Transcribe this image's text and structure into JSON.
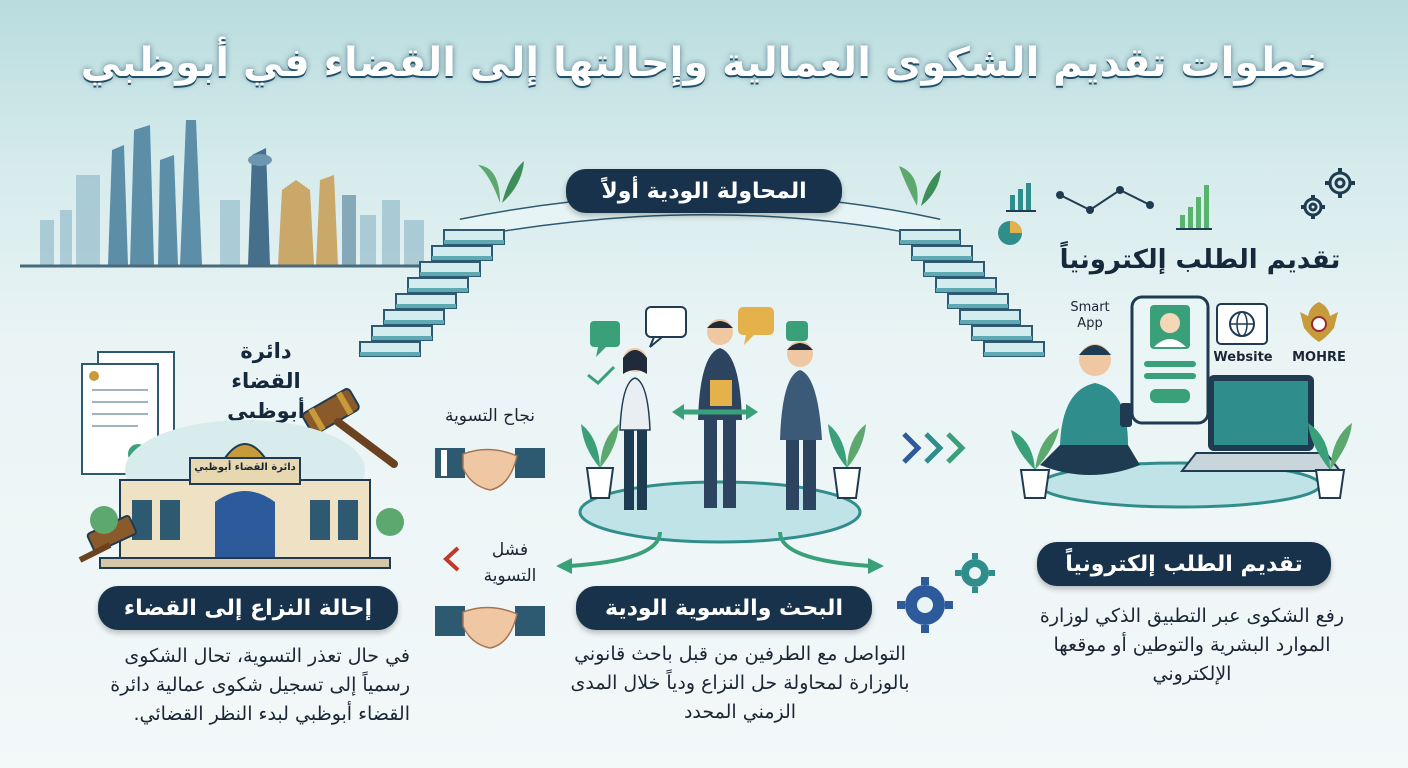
{
  "title": "خطوات تقديم الشكوى العمالية وإحالتها إلى القضاء في أبوظبي",
  "bridge_label": "المحاولة الودية أولاً",
  "top_right_heading": "تقديم الطلب إلكترونياً",
  "channels": {
    "smart_app": "Smart App",
    "website": "Website",
    "mohre": "MOHRE"
  },
  "court_label": "دائرة القضاء أبوظبي",
  "building_sign": "دائرة القضاء أبوظبي",
  "settlement_success": "نجاح التسوية",
  "settlement_failure": "فشل التسوية",
  "steps": [
    {
      "pill": "تقديم الطلب إلكترونياً",
      "text": "رفع الشكوى عبر التطبيق الذكي لوزارة الموارد البشرية والتوطين أو موقعها الإلكتروني"
    },
    {
      "pill": "البحث والتسوية الودية",
      "text": "التواصل مع الطرفين من قبل باحث قانوني بالوزارة لمحاولة حل النزاع ودياً خلال المدى الزمني المحدد"
    },
    {
      "pill": "إحالة النزاع إلى القضاء",
      "text": "في حال تعذر التسوية، تحال الشكوى رسمياً إلى تسجيل شكوى عمالية دائرة القضاء أبوظبي لبدء النظر القضائي."
    }
  ],
  "icons": [
    "skyline-icon",
    "bridge-stairs-icon",
    "plant-icon",
    "gear-icon",
    "chart-icon",
    "phone-icon",
    "laptop-icon",
    "globe-icon",
    "emblem-icon",
    "handshake-icon",
    "gavel-icon",
    "document-icon",
    "court-building-icon",
    "chevron-right-icon",
    "chevron-left-icon",
    "chat-bubble-icon"
  ],
  "colors": {
    "navy": "#17324a",
    "teal": "#2f8d8b",
    "accent_green": "#3aa079",
    "background_top": "#b9dcde"
  }
}
